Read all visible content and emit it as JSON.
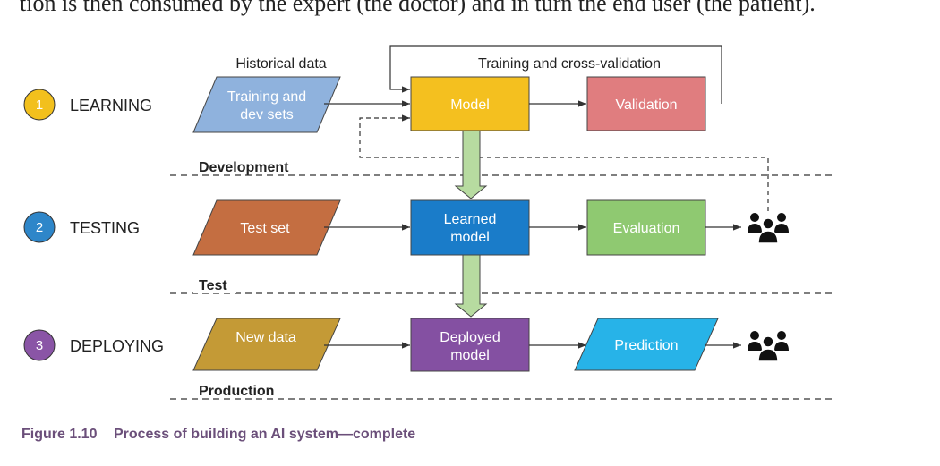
{
  "intro_text": "tion is then consumed by the expert (the doctor) and in turn the end user (the patient).",
  "stages": [
    {
      "number": "1",
      "label": "LEARNING",
      "color": "#f2c01d"
    },
    {
      "number": "2",
      "label": "TESTING",
      "color": "#2e86c9"
    },
    {
      "number": "3",
      "label": "DEPLOYING",
      "color": "#8a55a6"
    }
  ],
  "sections": {
    "development": "Development",
    "test": "Test",
    "production": "Production"
  },
  "labels": {
    "historical_data": "Historical data",
    "training_cross_validation": "Training and cross-validation"
  },
  "nodes": {
    "training_sets": {
      "line1": "Training and",
      "line2": "dev sets",
      "color": "#8fb2dd"
    },
    "model": {
      "line1": "Model",
      "color": "#f4c01f"
    },
    "validation": {
      "line1": "Validation",
      "color": "#e07d7f"
    },
    "test_set": {
      "line1": "Test set",
      "color": "#c46e41"
    },
    "learned_model": {
      "line1": "Learned",
      "line2": "model",
      "color": "#1a7cc9"
    },
    "evaluation": {
      "line1": "Evaluation",
      "color": "#8fc971"
    },
    "new_data": {
      "line1": "New data",
      "color": "#c49a36"
    },
    "deployed_model": {
      "line1": "Deployed",
      "line2": "model",
      "color": "#8450a2"
    },
    "prediction": {
      "line1": "Prediction",
      "color": "#27b3e8"
    }
  },
  "caption": {
    "number": "Figure 1.10",
    "text": "Process of building an AI system—complete"
  },
  "icons": [
    "people-icon",
    "people-icon"
  ]
}
